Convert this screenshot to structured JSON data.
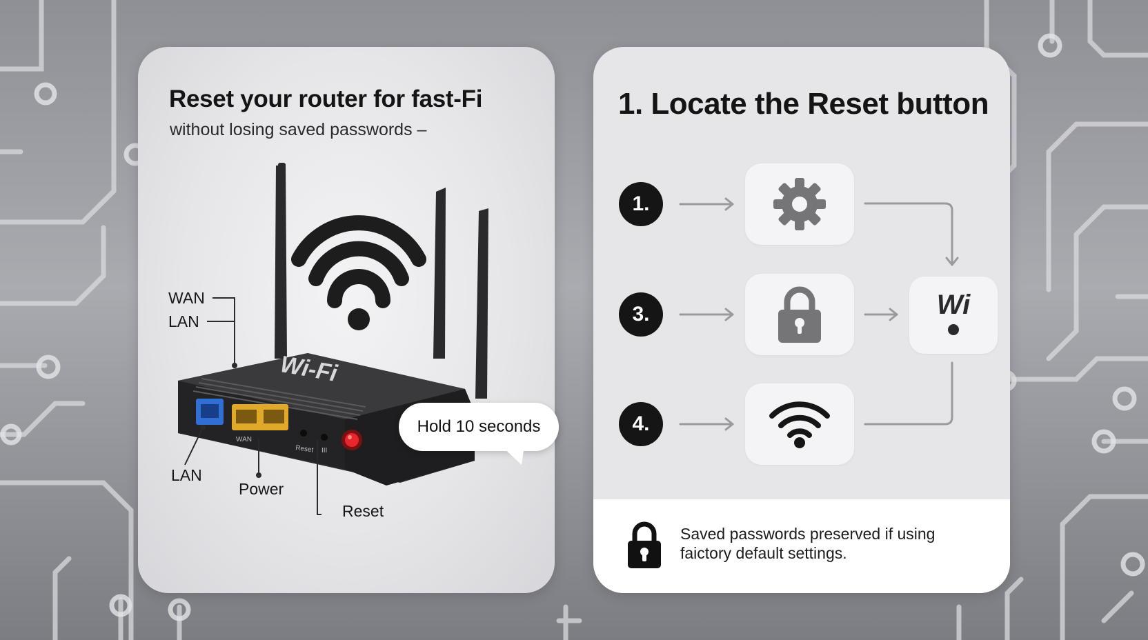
{
  "left_card": {
    "title": "Reset your router for fast-Fi",
    "subtitle": "without losing saved passwords –",
    "router_brand_text": "Wi-Fi",
    "port_labels": {
      "wan": "WAN",
      "lan_top": "LAN",
      "lan_bottom": "LAN",
      "power": "Power",
      "reset": "Reset"
    },
    "callout": "Hold 10 seconds"
  },
  "right_card": {
    "title": "1. Locate the Reset button",
    "steps": [
      {
        "number": "1.",
        "icon": "gear-icon"
      },
      {
        "number": "3.",
        "icon": "lock-icon"
      },
      {
        "number": "4.",
        "icon": "wifi-icon"
      }
    ],
    "result_logo": "Wi",
    "footer_icon": "lock-icon",
    "footer_note": "Saved passwords preserved if using faictory default settings."
  },
  "colors": {
    "background": "#9a9ca1",
    "card": "#e8e8ea",
    "dark": "#151515",
    "wan_port": "#2f6fd6",
    "lan_port": "#e0a92a",
    "power_led": "#e8262d"
  }
}
